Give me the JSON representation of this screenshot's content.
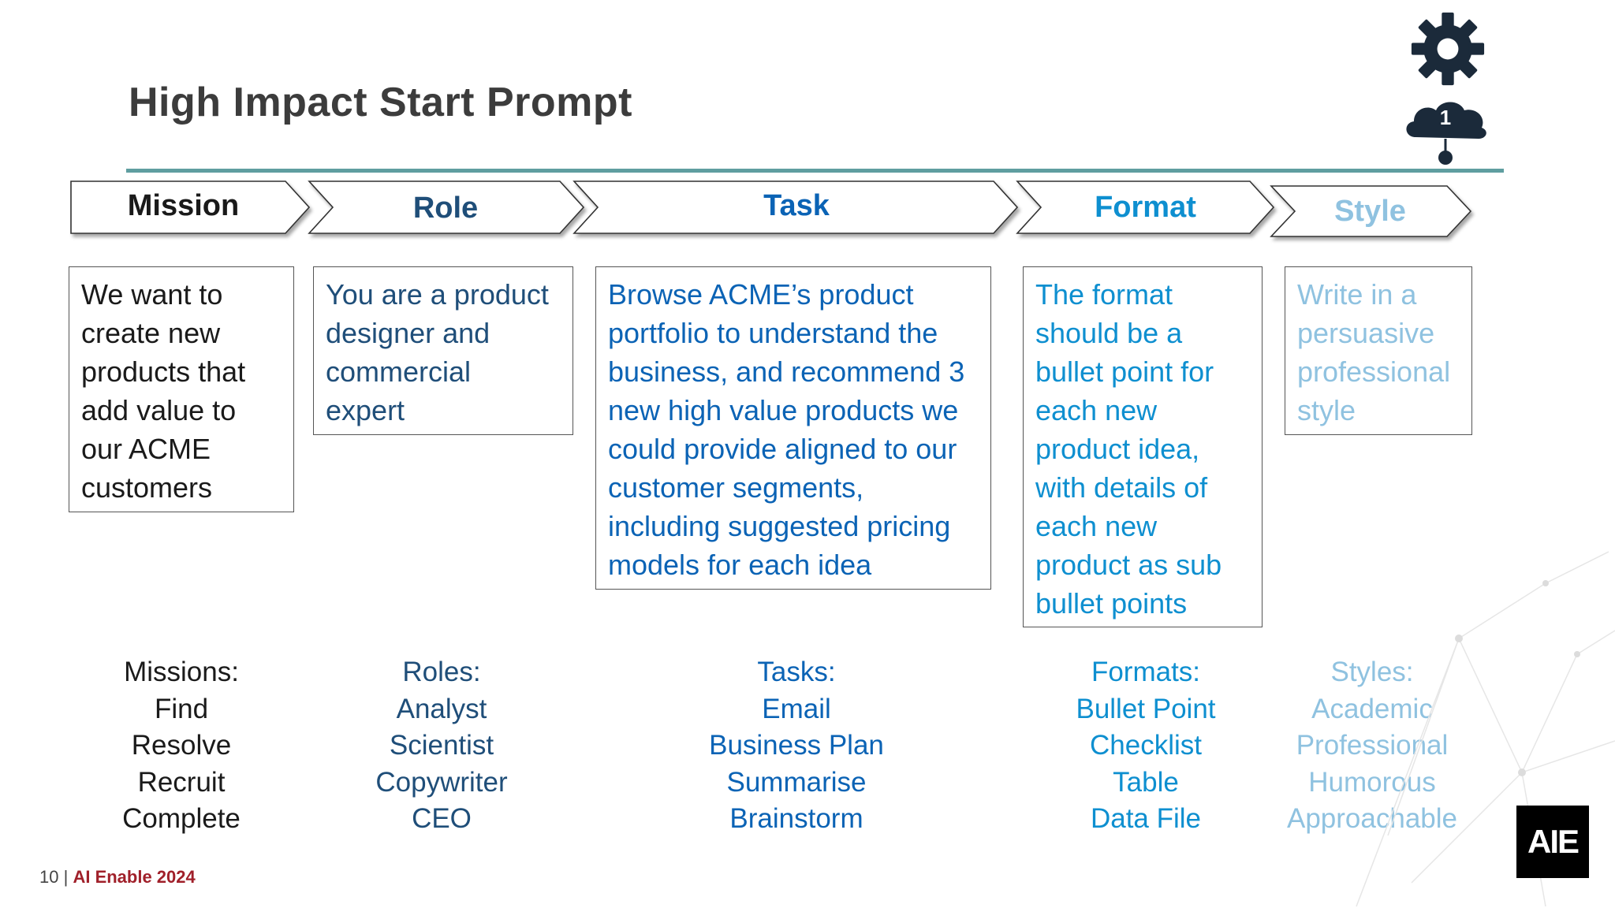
{
  "slide": {
    "title": "High Impact Start Prompt",
    "badge_number": "1"
  },
  "colors": {
    "mission": "#1a1a1a",
    "role": "#1f4e79",
    "task": "#0b63b5",
    "format": "#0e8fd0",
    "style": "#8fc2e0",
    "rule": "#5f9ea0",
    "brand": "#a0202a"
  },
  "columns": [
    {
      "header": "Mission",
      "box_lines": [
        "We want to",
        "create new",
        "products that",
        "add value to",
        "our ACME",
        "customers"
      ],
      "list": [
        "Missions:",
        "Find",
        "Resolve",
        "Recruit",
        "Complete"
      ]
    },
    {
      "header": "Role",
      "box_lines": [
        "You are a product",
        "designer and",
        "commercial",
        "expert"
      ],
      "list": [
        "Roles:",
        "Analyst",
        "Scientist",
        "Copywriter",
        "CEO"
      ]
    },
    {
      "header": "Task",
      "box_lines": [
        "Browse ACME’s product",
        "portfolio to understand the",
        "business, and recommend 3",
        "new high value products we",
        "could provide aligned to our",
        "customer segments,",
        "including suggested pricing",
        "models for each idea"
      ],
      "list": [
        "Tasks:",
        "Email",
        "Business Plan",
        "Summarise",
        "Brainstorm"
      ]
    },
    {
      "header": "Format",
      "box_lines": [
        "The format",
        "should be a",
        "bullet point for",
        "each new",
        "product idea,",
        "with details of",
        "each new",
        "product as sub",
        "bullet points"
      ],
      "list": [
        "Formats:",
        "Bullet Point",
        "Checklist",
        "Table",
        "Data File"
      ]
    },
    {
      "header": "Style",
      "box_lines": [
        "Write in a",
        "persuasive",
        "professional",
        "style"
      ],
      "list": [
        "Styles:",
        "Academic",
        "Professional",
        "Humorous",
        "Approachable"
      ]
    }
  ],
  "footer": {
    "page_number": "10",
    "separator": "|",
    "brand": "AI Enable 2024"
  },
  "logo": {
    "text": "AIE",
    "icon": "aie-logo"
  },
  "icons": {
    "gear": "gear-icon",
    "cloud": "cloud-badge-icon"
  }
}
